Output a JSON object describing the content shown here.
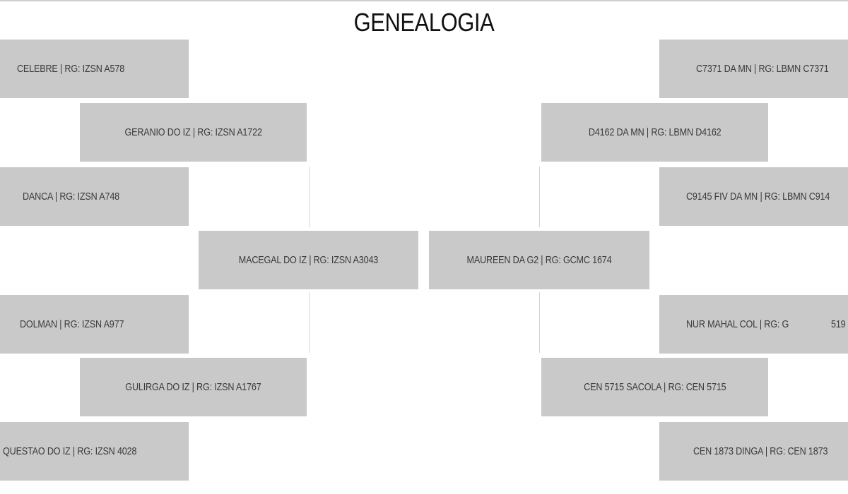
{
  "title": "GENEALOGIA",
  "colors": {
    "box_fill": "#c9c9c9",
    "box_text": "#3a3a3a",
    "title_text": "#111111",
    "connector": "#d4d4d4"
  },
  "sire_side": {
    "sire": "MACEGAL DO IZ | RG: IZSN A3043",
    "paternal_grandsire": "GERANIO DO IZ | RG: IZSN A1722",
    "paternal_grandsire_sire": "CELEBRE | RG: IZSN A578",
    "paternal_grandsire_dam": "DANCA | RG: IZSN A748",
    "paternal_granddam": "GULIRGA DO IZ | RG: IZSN A1767",
    "paternal_granddam_sire": "DOLMAN | RG: IZSN A977",
    "paternal_granddam_dam": "QUESTAO DO IZ | RG: IZSN 4028"
  },
  "dam_side": {
    "dam": "MAUREEN DA G2 | RG: GCMC 1674",
    "maternal_grandsire": "D4162 DA MN | RG: LBMN D4162",
    "maternal_grandsire_sire": "C7371 DA MN | RG: LBMN C7371",
    "maternal_grandsire_dam": "C9145 FIV DA MN | RG: LBMN C914",
    "maternal_granddam": "CEN 5715 SACOLA | RG: CEN 5715",
    "maternal_granddam_sire": "NUR MAHAL COL | RG: G",
    "maternal_granddam_sire_extra": "519",
    "maternal_granddam_dam": "CEN 1873 DINGA | RG: CEN 1873"
  }
}
